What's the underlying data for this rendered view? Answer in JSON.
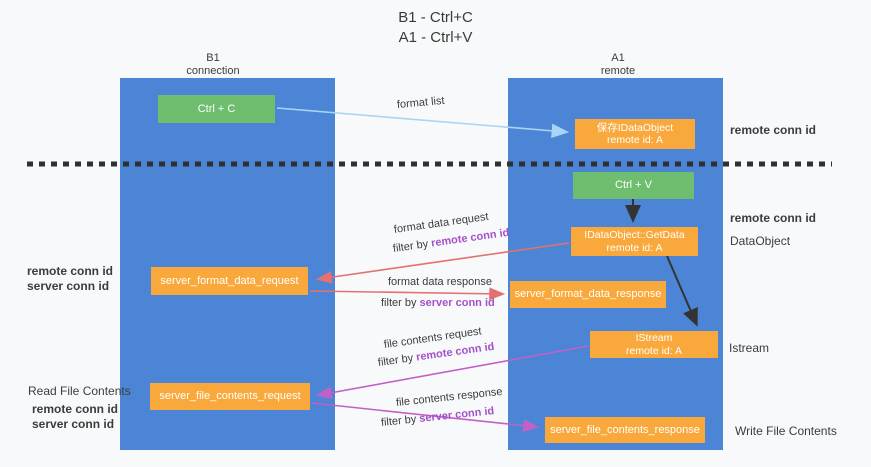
{
  "title": {
    "line1": "B1 - Ctrl+C",
    "line2": "A1 - Ctrl+V"
  },
  "lifelines": {
    "b1": {
      "name": "B1",
      "subtitle": "connection"
    },
    "a1": {
      "name": "A1",
      "subtitle": "remote"
    }
  },
  "nodes": {
    "ctrl_c": {
      "label": "Ctrl + C"
    },
    "ctrl_v": {
      "label": "Ctrl + V"
    },
    "saved_idataobject": {
      "line1": "保存IDataObject",
      "line2": "remote id: A"
    },
    "getdata": {
      "line1": "IDataObject::GetData",
      "line2": "remote id: A"
    },
    "istream": {
      "line1": "IStream",
      "line2": "remote id: A"
    },
    "server_format_data_request": {
      "label": "server_format_data_request"
    },
    "server_format_data_response": {
      "label": "server_format_data_response"
    },
    "server_file_contents_request": {
      "label": "server_file_contents_request"
    },
    "server_file_contents_response": {
      "label": "server_file_contents_response"
    }
  },
  "edges": {
    "format_list": "format list",
    "format_data_request": "format data request",
    "format_data_response": "format data response",
    "file_contents_request": "file contents request",
    "file_contents_response": "file contents response",
    "filter_by": "filter by",
    "remote_conn_id": "remote conn id",
    "server_conn_id": "server conn id"
  },
  "annotations": {
    "right_remote_conn_id_1": "remote conn id",
    "right_remote_conn_id_2": "remote conn id",
    "dataobject": "DataObject",
    "istream": "Istream",
    "write_file_contents": "Write File Contents",
    "read_file_contents": "Read File Contents",
    "left_remote_conn_id_1": "remote conn id",
    "left_server_conn_id_1": "server conn id",
    "left_remote_conn_id_2": "remote conn id",
    "left_server_conn_id_2": "server conn id"
  },
  "colors": {
    "lane_blue": "#4C85D6",
    "node_green": "#6FBE70",
    "node_orange": "#F9A83B",
    "arrow_red": "#E57070",
    "arrow_magenta": "#C45FC8",
    "arrow_lightblue": "#A9D5F5",
    "arrow_black": "#333333",
    "text_purple": "#A351C9",
    "text_green": "#5CB85C",
    "background": "#F8F9FA"
  }
}
